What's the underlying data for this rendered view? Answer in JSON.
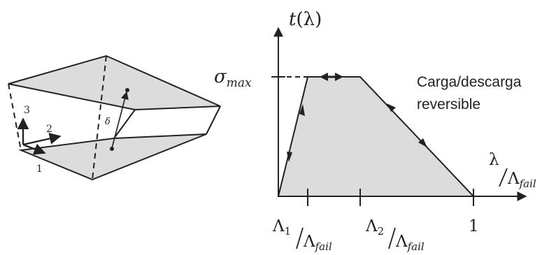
{
  "colors": {
    "fill": "#dcdcdc",
    "ink": "#222222"
  },
  "left_figure": {
    "axis_labels": {
      "axis1": "1",
      "axis2": "2",
      "axis3": "3"
    },
    "separation_label": "δ"
  },
  "right_figure": {
    "y_axis": {
      "base": "t",
      "arg": "(λ)"
    },
    "x_axis": {
      "num": "λ",
      "den": "Λ",
      "den_sub": "fail"
    },
    "sigma": {
      "base": "σ",
      "sub": "max"
    },
    "reversible_text": {
      "line1": "Carga/descarga",
      "line2": "reversible"
    },
    "ticks": {
      "t1": {
        "num": "Λ",
        "num_sub": "1",
        "den": "Λ",
        "den_sub": "fail"
      },
      "t2": {
        "num": "Λ",
        "num_sub": "2",
        "den": "Λ",
        "den_sub": "fail"
      },
      "t3": "1"
    }
  }
}
